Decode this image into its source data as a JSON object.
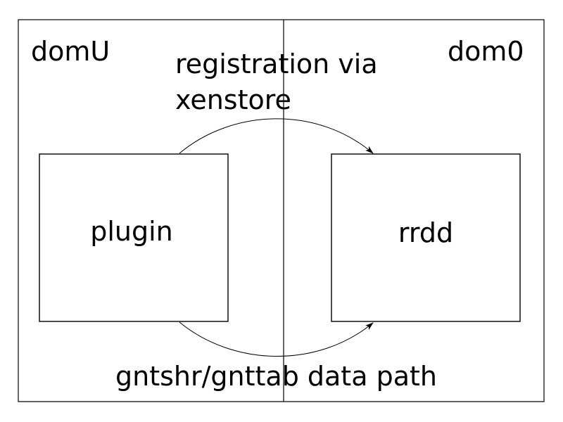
{
  "regions": {
    "left_label": "domU",
    "right_label": "dom0"
  },
  "nodes": {
    "plugin_label": "plugin",
    "rrdd_label": "rrdd"
  },
  "edges": {
    "registration_line1": "registration via",
    "registration_line2": "xenstore",
    "datapath_label": "gntshr/gnttab data path"
  }
}
